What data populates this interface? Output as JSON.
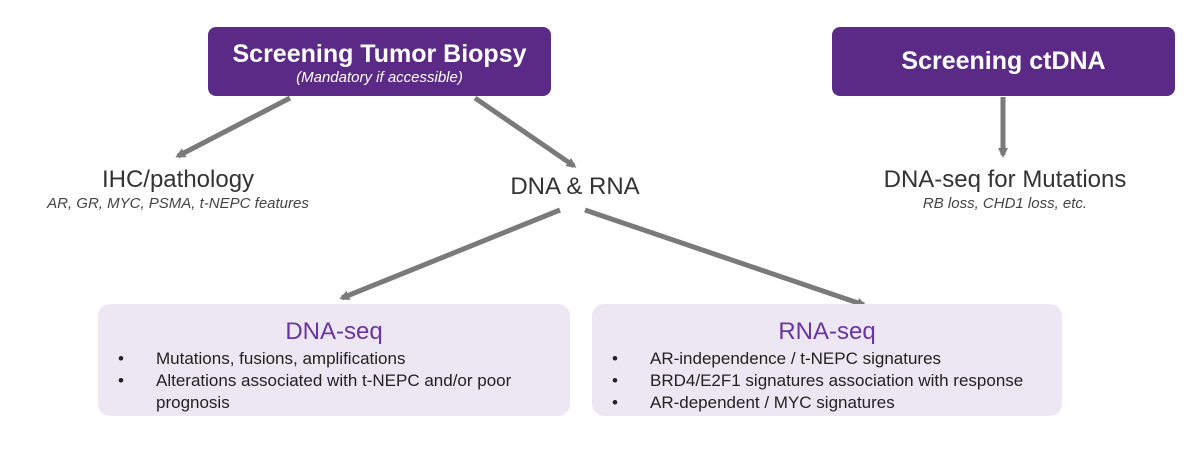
{
  "colors": {
    "primary_box": "#5b2a86",
    "secondary_box": "#ece7f3",
    "heading_text": "#6a35a0",
    "arrow": "#7a7a7a"
  },
  "nodes": {
    "biopsy": {
      "title": "Screening Tumor Biopsy",
      "subtitle": "(Mandatory if accessible)"
    },
    "ctdna": {
      "title": "Screening ctDNA"
    },
    "ihc": {
      "title": "IHC/pathology",
      "description": "AR, GR, MYC, PSMA, t-NEPC features"
    },
    "dna_rna": {
      "title": "DNA & RNA"
    },
    "dna_seq_mutations": {
      "title": "DNA-seq for Mutations",
      "description": "RB loss, CHD1 loss, etc."
    },
    "dna_seq": {
      "title": "DNA-seq",
      "items": [
        "Mutations, fusions, amplifications",
        "Alterations associated with t-NEPC and/or poor prognosis"
      ]
    },
    "rna_seq": {
      "title": "RNA-seq",
      "items": [
        "AR-independence / t-NEPC signatures",
        "BRD4/E2F1 signatures association with response",
        "AR-dependent / MYC signatures"
      ]
    }
  },
  "bullet_glyph": "•"
}
